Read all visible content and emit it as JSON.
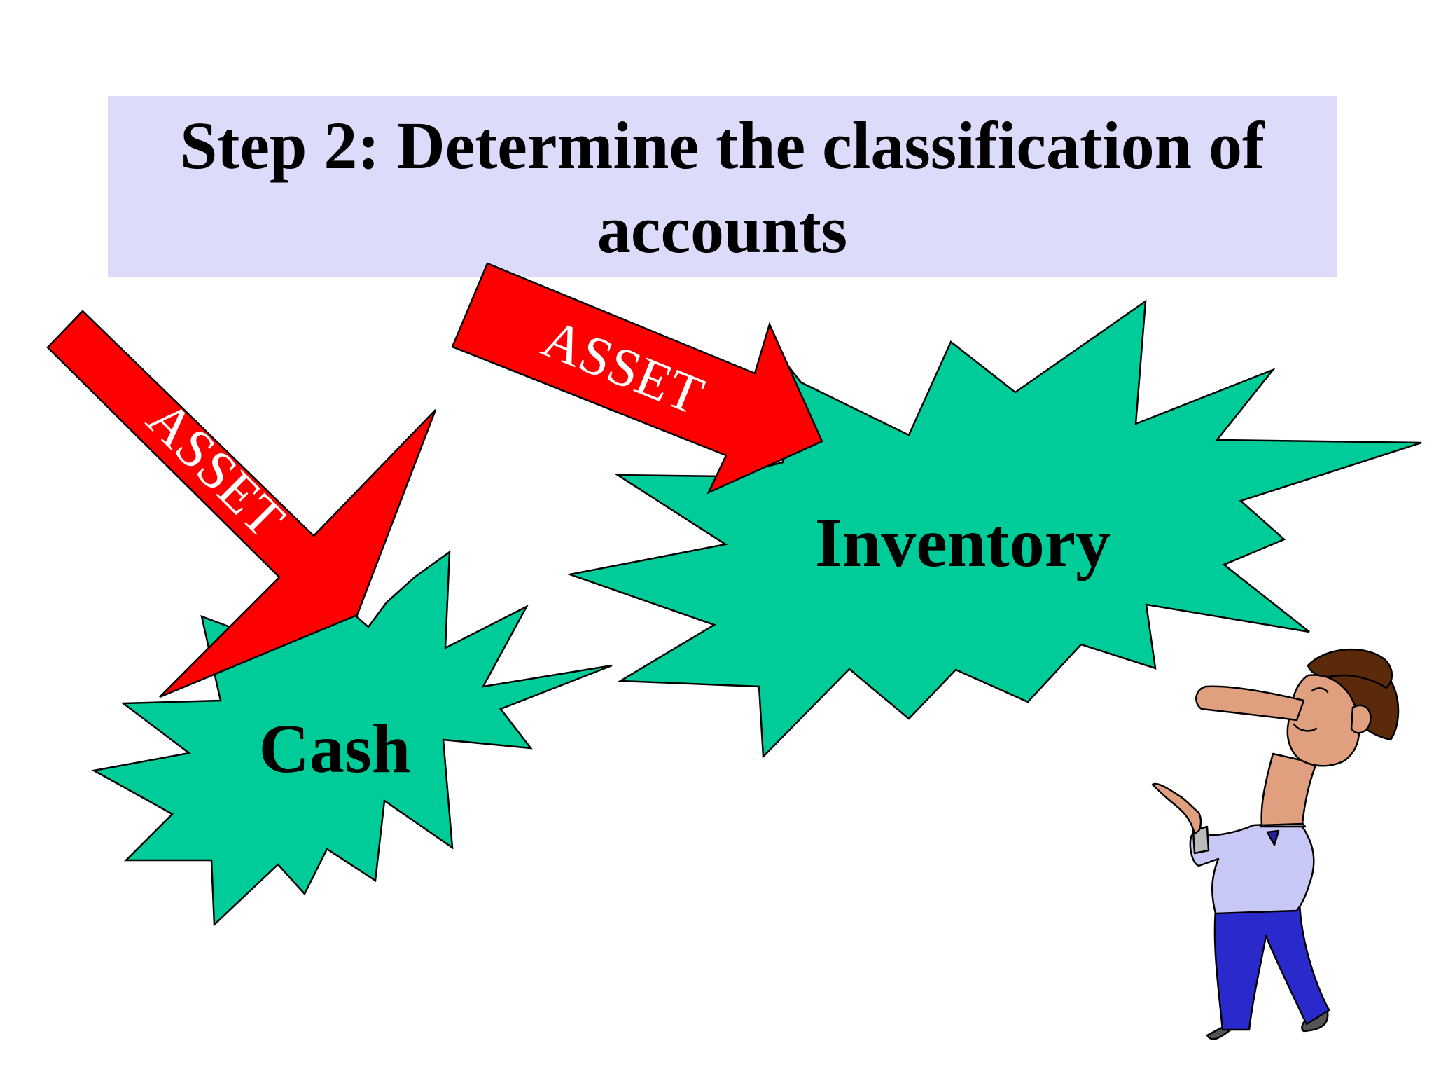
{
  "slide": {
    "title": "Step 2: Determine the classification of accounts",
    "colors": {
      "title_background": "#dcdcfa",
      "burst_fill": "#00cc99",
      "arrow_fill": "#ff0000",
      "arrow_text": "#ffffff",
      "text": "#000000"
    }
  },
  "accounts": [
    {
      "name": "Cash",
      "classification": "ASSET"
    },
    {
      "name": "Inventory",
      "classification": "ASSET"
    }
  ],
  "illustration": {
    "icon": "pointing-man-icon"
  }
}
